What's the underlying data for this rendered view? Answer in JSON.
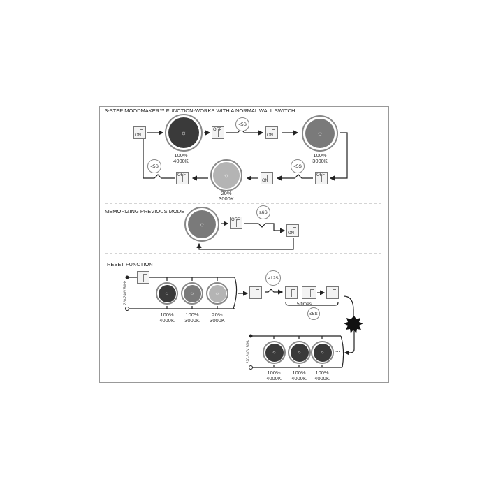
{
  "sections": {
    "moodmaker": {
      "title": "3-STEP MOODMAKER™ FUNCTION-WORKS WITH A NORMAL WALL SWITCH",
      "lamps": [
        {
          "pct": "100%",
          "cct": "4000K",
          "color": "#3a3a3a"
        },
        {
          "pct": "100%",
          "cct": "3000K",
          "color": "#7a7a7a"
        },
        {
          "pct": "20%",
          "cct": "3000K",
          "color": "#b4b4b4"
        }
      ],
      "timer": "<5S"
    },
    "memorize": {
      "title": "MEMORIZING PREVIOUS MODE",
      "timer": "≥6S"
    },
    "reset": {
      "title": "RESET FUNCTION",
      "voltage": "220-240V 50Hz",
      "timer_hold": "≥12S",
      "repeat": "5 times",
      "timer_repeat": "≤5S",
      "ellipsis": "...",
      "before": [
        {
          "pct": "100%",
          "cct": "4000K",
          "color": "#3a3a3a"
        },
        {
          "pct": "100%",
          "cct": "3000K",
          "color": "#7a7a7a"
        },
        {
          "pct": "20%",
          "cct": "3000K",
          "color": "#b4b4b4"
        }
      ],
      "after": [
        {
          "pct": "100%",
          "cct": "4000K",
          "color": "#3a3a3a"
        },
        {
          "pct": "100%",
          "cct": "4000K",
          "color": "#3a3a3a"
        },
        {
          "pct": "100%",
          "cct": "4000K",
          "color": "#3a3a3a"
        }
      ]
    }
  },
  "switch": {
    "on": "ON",
    "off": "OFF"
  }
}
